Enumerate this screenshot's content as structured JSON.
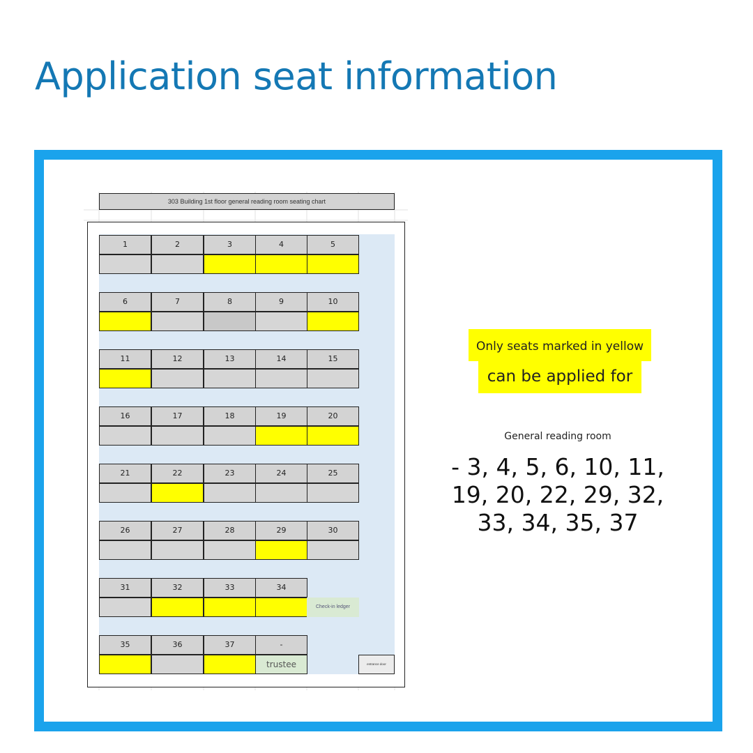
{
  "page": {
    "title": "Application seat information"
  },
  "chart": {
    "header": "303 Building 1st floor general reading room seating chart",
    "rows": [
      {
        "numbers": [
          "1",
          "2",
          "3",
          "4",
          "5"
        ],
        "status": [
          "gray",
          "gray",
          "yellow",
          "yellow",
          "yellow"
        ]
      },
      {
        "numbers": [
          "6",
          "7",
          "8",
          "9",
          "10"
        ],
        "status": [
          "yellow",
          "gray",
          "dark",
          "gray",
          "yellow"
        ]
      },
      {
        "numbers": [
          "11",
          "12",
          "13",
          "14",
          "15"
        ],
        "status": [
          "yellow",
          "gray",
          "gray",
          "gray",
          "gray"
        ]
      },
      {
        "numbers": [
          "16",
          "17",
          "18",
          "19",
          "20"
        ],
        "status": [
          "gray",
          "gray",
          "gray",
          "yellow",
          "yellow"
        ]
      },
      {
        "numbers": [
          "21",
          "22",
          "23",
          "24",
          "25"
        ],
        "status": [
          "gray",
          "yellow",
          "gray",
          "gray",
          "gray"
        ]
      },
      {
        "numbers": [
          "26",
          "27",
          "28",
          "29",
          "30"
        ],
        "status": [
          "gray",
          "gray",
          "gray",
          "yellow",
          "gray"
        ]
      },
      {
        "numbers": [
          "31",
          "32",
          "33",
          "34"
        ],
        "status": [
          "gray",
          "yellow",
          "yellow",
          "yellow"
        ]
      },
      {
        "numbers": [
          "35",
          "36",
          "37",
          "-"
        ],
        "status": [
          "yellow",
          "gray",
          "yellow",
          "green"
        ]
      }
    ],
    "trustee_label": "trustee",
    "checkin_label": "Check-in ledger",
    "door_label": "entrance door"
  },
  "notes": {
    "line1": "Only seats marked in yellow",
    "line2": "can be applied for"
  },
  "summary": {
    "room_label": "General reading room",
    "seat_line1": "- 3, 4, 5, 6, 10, 11,",
    "seat_line2": "19, 20, 22, 29, 32,",
    "seat_line3": "33, 34, 35, 37"
  },
  "colors": {
    "title": "#1478b4",
    "frame": "#1aa3ec",
    "available": "#ffff00",
    "unavailable": "#d6d6d6",
    "room_area": "#dce9f5",
    "trustee": "#d9ead3"
  }
}
